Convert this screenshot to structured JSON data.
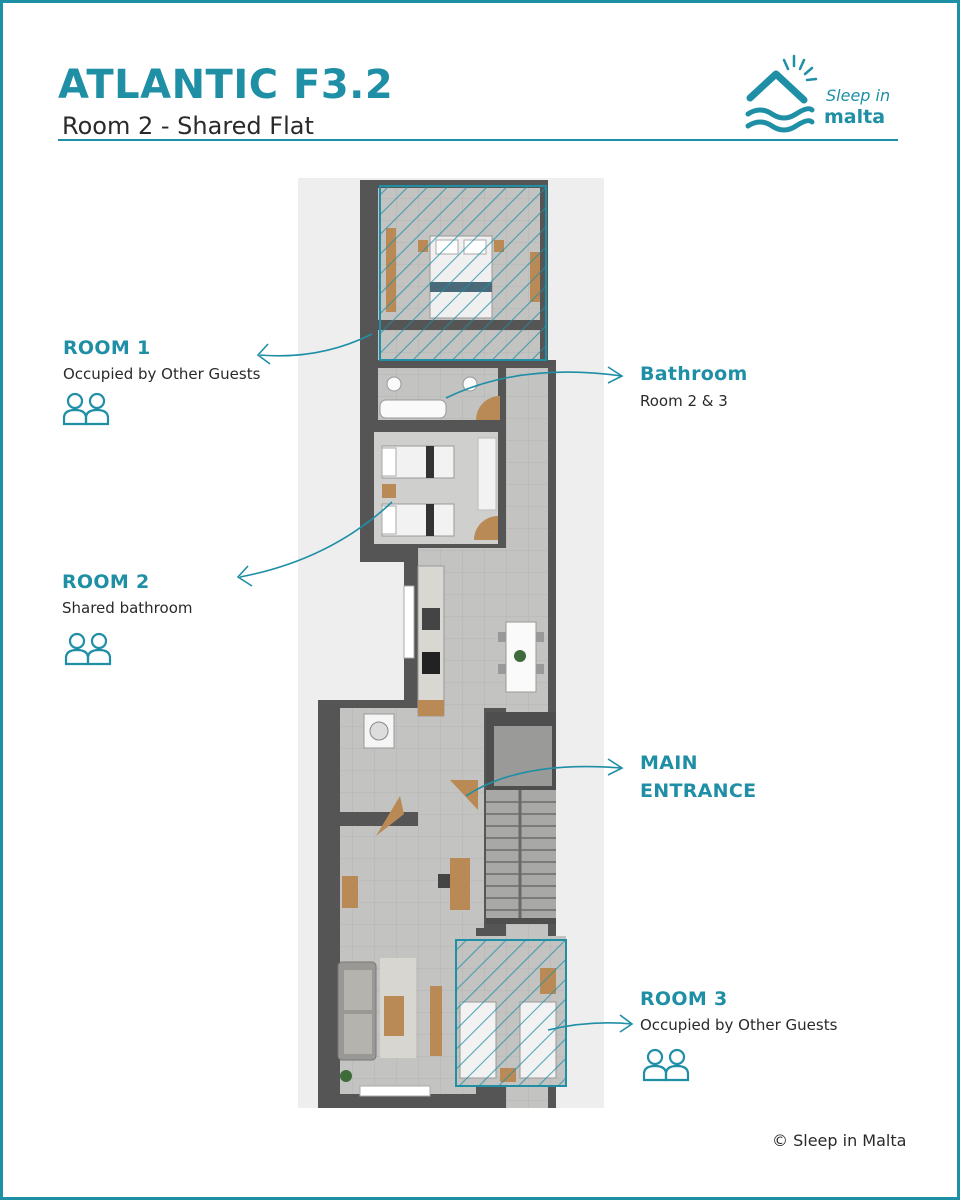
{
  "header": {
    "title": "ATLANTIC F3.2",
    "subtitle": "Room 2 - Shared Flat"
  },
  "logo": {
    "line1": "Sleep in",
    "line2": "malta"
  },
  "labels": {
    "room1": {
      "title": "ROOM 1",
      "subtitle": "Occupied by Other Guests"
    },
    "bathroom": {
      "title": "Bathroom",
      "subtitle": "Room 2 & 3"
    },
    "room2": {
      "title": "ROOM 2",
      "subtitle": "Shared bathroom"
    },
    "main_entrance": {
      "title_line1": "MAIN",
      "title_line2": "ENTRANCE"
    },
    "room3": {
      "title": "ROOM 3",
      "subtitle": "Occupied by Other Guests"
    }
  },
  "footer": {
    "copyright": "© Sleep in Malta"
  },
  "colors": {
    "accent": "#1f8fa6",
    "wall": "#5a5a5a",
    "floor": "#c9c9c7",
    "wood": "#b98a55"
  }
}
